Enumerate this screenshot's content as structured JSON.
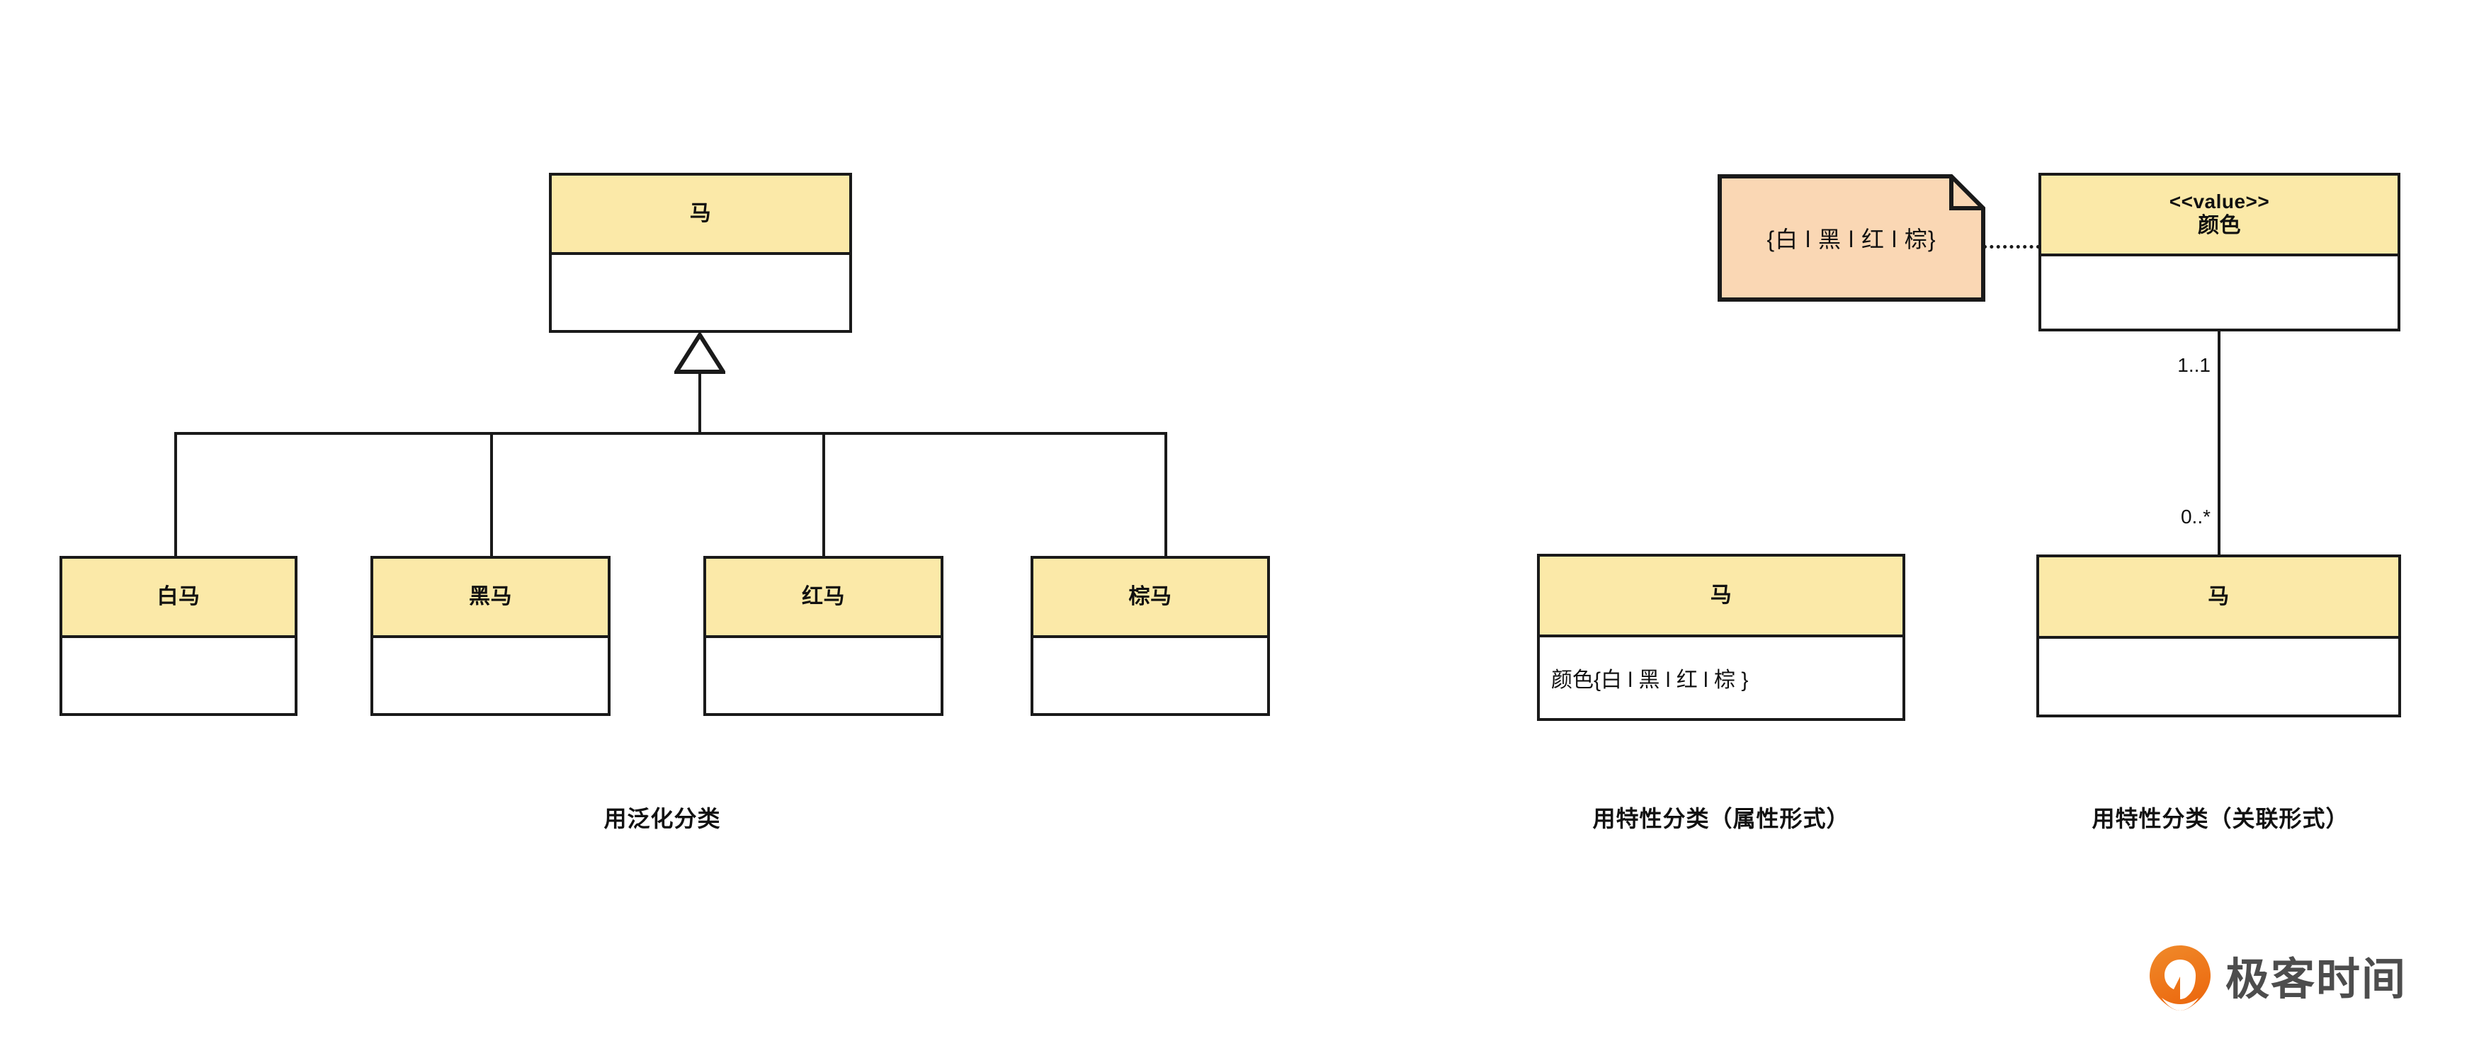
{
  "diagram": {
    "title_unused": "",
    "colors": {
      "class_header_fill": "#fbe9a8",
      "note_fill": "#fad7b4",
      "stroke": "#1a1a1a",
      "brand_orange": "#ef7b21",
      "brand_text": "#4d4d4d"
    }
  },
  "panel_generalization": {
    "caption": "用泛化分类",
    "superclass": {
      "name": "马",
      "attributes": ""
    },
    "subclasses": [
      {
        "name": "白马",
        "attributes": ""
      },
      {
        "name": "黑马",
        "attributes": ""
      },
      {
        "name": "红马",
        "attributes": ""
      },
      {
        "name": "棕马",
        "attributes": ""
      }
    ]
  },
  "panel_attribute_form": {
    "caption": "用特性分类（属性形式）",
    "class": {
      "name": "马",
      "attribute": "颜色{白 l 黑 l 红 l 棕 }"
    }
  },
  "panel_association_form": {
    "caption": "用特性分类（关联形式）",
    "value_class": {
      "stereotype": "<<value>>",
      "name": "颜色",
      "attributes": ""
    },
    "note": {
      "text": "{白 l 黑 l 红 l 棕}"
    },
    "class": {
      "name": "马",
      "attributes": ""
    },
    "association": {
      "source_multiplicity": "1..1",
      "target_multiplicity": "0..*"
    }
  },
  "brand": {
    "name": "极客时间",
    "icon": "geektime-pin-logo"
  }
}
